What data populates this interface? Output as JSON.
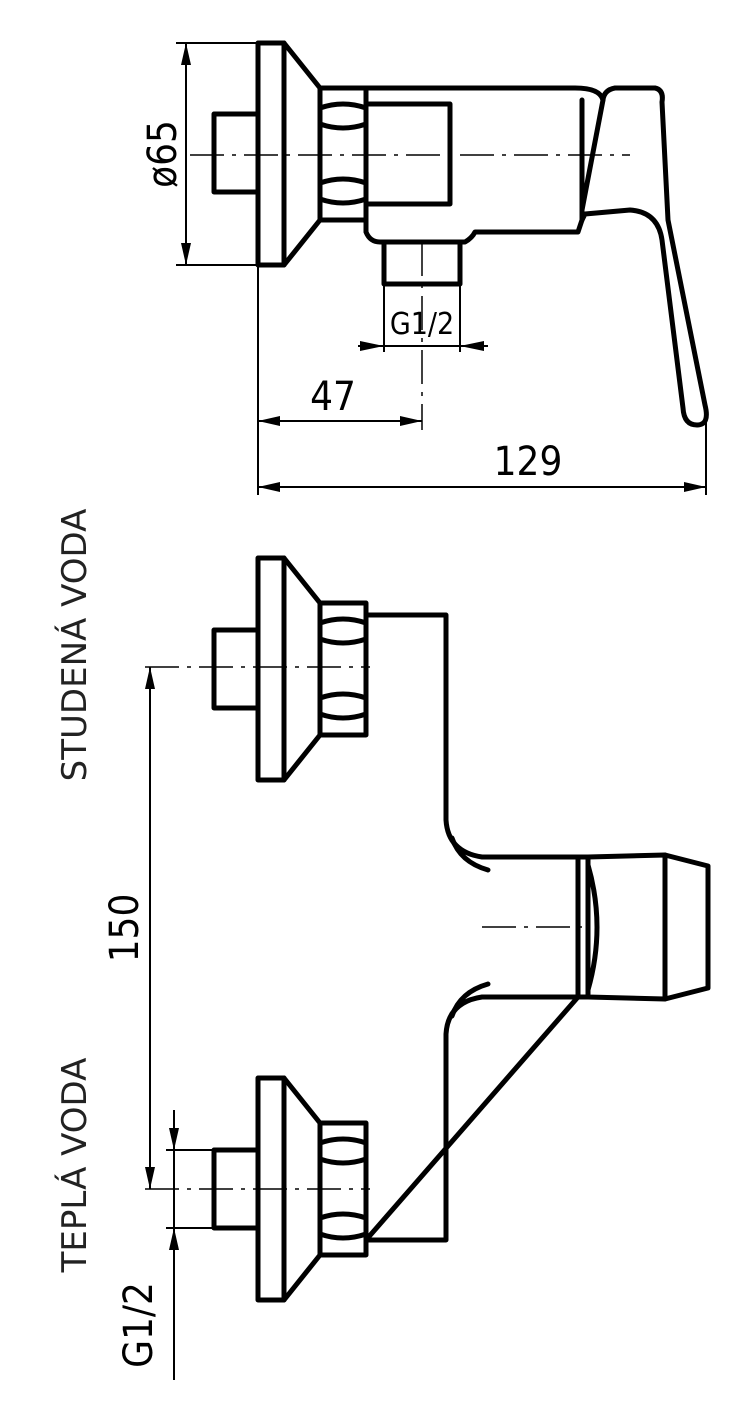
{
  "side_view": {
    "diameter_label": "ø65",
    "thread_label": "G1/2",
    "offset_label": "47",
    "total_label": "129"
  },
  "front_view": {
    "cold_label": "STUDENÁ VODA",
    "hot_label": "TEPLÁ VODA",
    "spacing_label": "150",
    "thread_label": "G1/2"
  }
}
